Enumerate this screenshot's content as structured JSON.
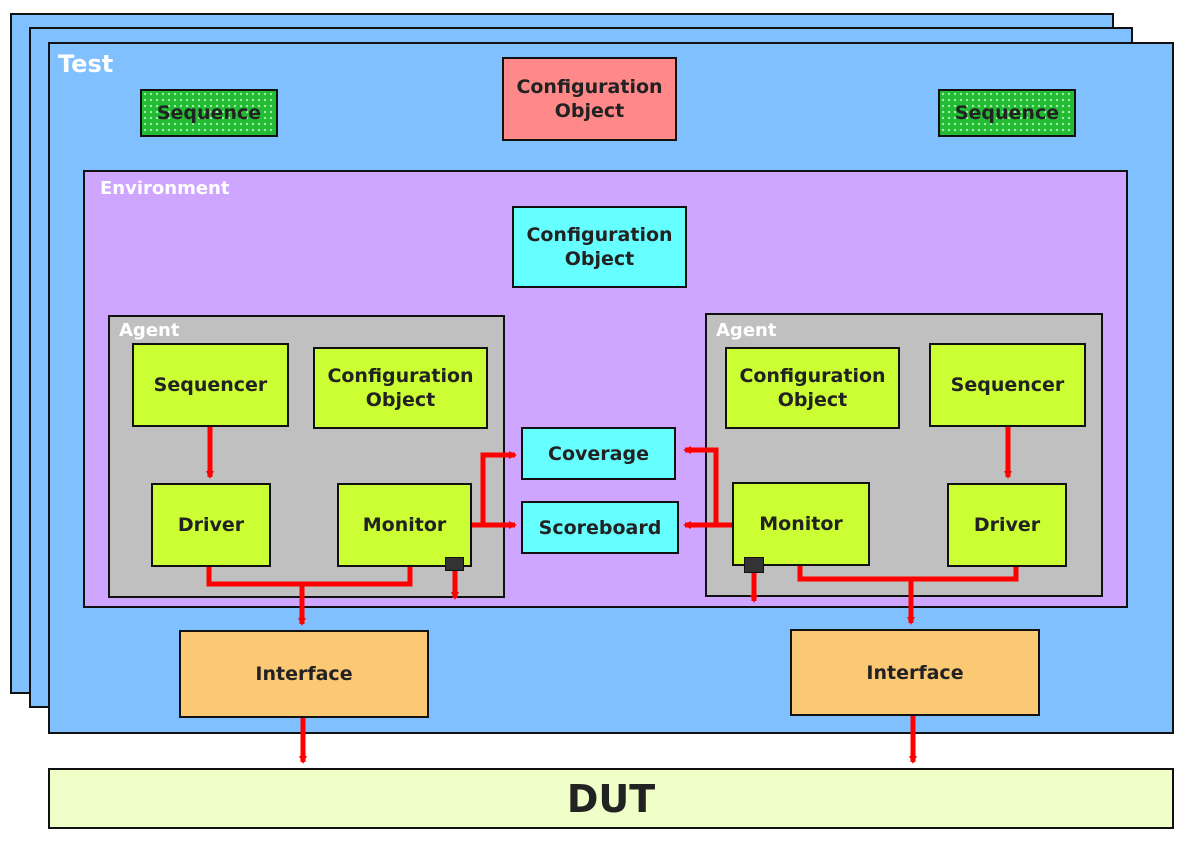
{
  "test": {
    "label": "Test"
  },
  "sequences": [
    {
      "label": "Sequence"
    },
    {
      "label": "Sequence"
    }
  ],
  "test_config": {
    "label": "Configuration\nObject"
  },
  "environment": {
    "label": "Environment",
    "config": "Configuration\nObject"
  },
  "agent_left": {
    "label": "Agent",
    "sequencer": "Sequencer",
    "config": "Configuration\nObject",
    "driver": "Driver",
    "monitor": "Monitor"
  },
  "agent_right": {
    "label": "Agent",
    "sequencer": "Sequencer",
    "config": "Configuration\nObject",
    "driver": "Driver",
    "monitor": "Monitor"
  },
  "coverage": {
    "label": "Coverage"
  },
  "scoreboard": {
    "label": "Scoreboard"
  },
  "interfaces": [
    {
      "label": "Interface"
    },
    {
      "label": "Interface"
    }
  ],
  "dut": {
    "label": "DUT"
  },
  "colors": {
    "test_bg": "#80c0ff",
    "environment_bg": "#cfa6ff",
    "agent_bg": "#c0c0c0",
    "component_lime": "#ccff33",
    "component_cyan": "#66ffff",
    "test_config_pink": "#ff8888",
    "sequence_green": "#22bb33",
    "interface_orange": "#fbc874",
    "dut_bg": "#f0ffc8",
    "wire_red": "#ff0000"
  }
}
